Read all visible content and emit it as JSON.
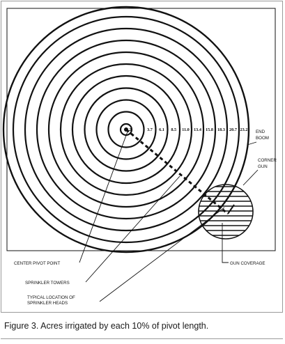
{
  "ring_labels": [
    "1.2",
    "3.7",
    "6.1",
    "8.5",
    "11.0",
    "13.4",
    "15.8",
    "18.3",
    "20.7",
    "23.2"
  ],
  "labels": {
    "end_boom": [
      "END",
      "BOOM"
    ],
    "corner_gun": [
      "CORNER",
      "GUN"
    ],
    "gun_coverage": "GUN COVERAGE",
    "center_pivot_point": "CENTER PIVOT POINT",
    "sprinkler_towers": "SPRINKLER TOWERS",
    "typical_location": [
      "TYPICAL LOCATION OF",
      "SPRINKLER HEADS"
    ]
  },
  "caption": "Figure 3. Acres irrigated by each 10% of pivot length."
}
